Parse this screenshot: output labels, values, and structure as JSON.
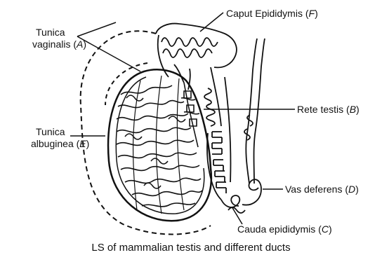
{
  "labels": {
    "caput": {
      "text": "Caput Epididymis (",
      "letter": "F",
      "close": ")"
    },
    "tunica_vaginalis": {
      "line1": "Tunica",
      "line2": "vaginalis (",
      "letter": "A",
      "close": ")"
    },
    "rete": {
      "text": "Rete testis (",
      "letter": "B",
      "close": ")"
    },
    "tunica_albuginea": {
      "line1": "Tunica",
      "line2": "albuginea (",
      "letter": "E",
      "close": ")"
    },
    "vas": {
      "text": "Vas deferens (",
      "letter": "D",
      "close": ")"
    },
    "cauda": {
      "text": "Cauda epididymis (",
      "letter": "C",
      "close": ")"
    }
  },
  "caption": "LS of mammalian testis and different ducts",
  "colors": {
    "ink": "#111111",
    "background": "#ffffff"
  }
}
